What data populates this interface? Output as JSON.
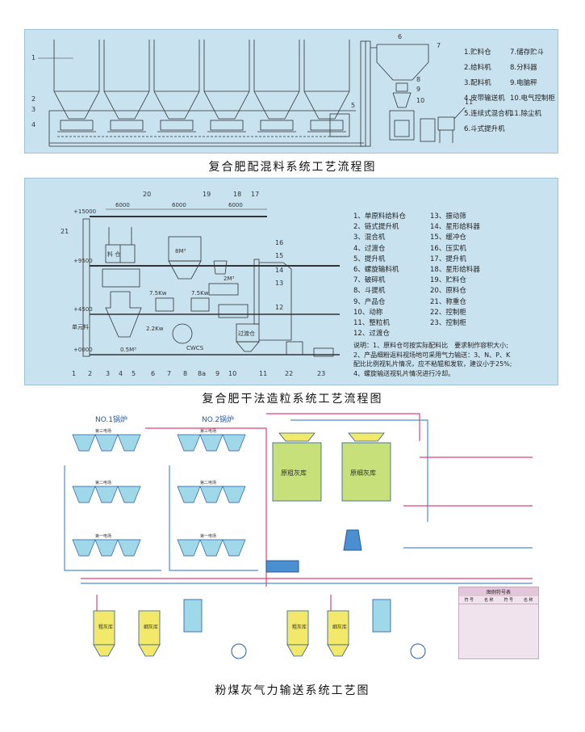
{
  "diagram1": {
    "caption": "复合肥配混料系统工艺流程图",
    "callouts": [
      "1",
      "2",
      "3",
      "4",
      "5",
      "6",
      "7",
      "8",
      "9",
      "10",
      "11"
    ],
    "legend": [
      [
        "1.贮料仓",
        "7.储存贮斗"
      ],
      [
        "2.给料机",
        "8.分料器"
      ],
      [
        "3.配料机",
        "9.电脑秤"
      ],
      [
        "4.皮带输送机",
        "10.电气控制柜"
      ],
      [
        "5.连续式混合机",
        "11.除尘机"
      ],
      [
        "6.斗式提升机",
        ""
      ]
    ]
  },
  "diagram2": {
    "caption": "复合肥干法造粒系统工艺流程图",
    "levels": [
      "+15000",
      "+9500",
      "+4500",
      "+0000"
    ],
    "dims": [
      "6000",
      "6000",
      "6000"
    ],
    "inner_labels": [
      "料 仓",
      "8M³",
      "2M³",
      "7.5Kw",
      "7.5Kw",
      "2.2Kw",
      "0.5M³",
      "CWCS",
      "过渡仓",
      "单元料"
    ],
    "top_callouts": [
      "20",
      "19",
      "18",
      "17"
    ],
    "side_callouts": [
      "21",
      "16",
      "15",
      "14",
      "13",
      "12"
    ],
    "bottom_callouts": [
      "1",
      "2",
      "3",
      "4",
      "5",
      "6",
      "7",
      "8",
      "8a",
      "9",
      "10",
      "11",
      "22",
      "23"
    ],
    "legend": [
      [
        "1、单原料给料仓",
        "13、振动筛"
      ],
      [
        "2、链式提升机",
        "14、星形给料器"
      ],
      [
        "3、混合机",
        "15、缓冲仓"
      ],
      [
        "4、过渡仓",
        "16、压实机"
      ],
      [
        "5、提升机",
        "17、提升机"
      ],
      [
        "6、螺旋输料机",
        "18、星形给料器"
      ],
      [
        "7、破碎机",
        "19、贮料仓"
      ],
      [
        "8、斗提机",
        "20、原料仓"
      ],
      [
        "9、产品仓",
        "21、称重仓"
      ],
      [
        "10、动称",
        "22、控制柜"
      ],
      [
        "11、整粒机",
        "23、控制柜"
      ],
      [
        "12、过渡仓",
        ""
      ]
    ],
    "notes": [
      "说明：1、原料仓可按实际配料比　要求制作容积大小;",
      "2、产品细粉返料视场地可采用气力输送：3、N、P、K",
      "配比比例视轧片情况，应不粘辊和发软，建议小于25%;",
      "4、螺旋输送视轧片情况进行冷却。"
    ]
  },
  "diagram3": {
    "caption": "粉煤灰气力输送系统工艺图",
    "boilers": [
      "NO.1锅炉",
      "NO.2锅炉"
    ],
    "field_labels": [
      "第三电场",
      "第二电场",
      "第一电场"
    ],
    "silos_main": [
      "原粗灰库",
      "原细灰库"
    ],
    "silos_small": [
      "粗灰库",
      "细灰库",
      "粗灰库",
      "细灰库"
    ],
    "legend_title": "图例符号表",
    "legend_header": [
      "符 号",
      "名 称",
      "符 号",
      "名 称"
    ]
  },
  "colors": {
    "panel_bg": "#c9e2ef",
    "line_dark": "#333333",
    "pipe_red": "#e0407a",
    "pipe_blue": "#4a8fd0",
    "silo_green": "#c7e07a",
    "hopper_cyan": "#9fd8e8",
    "silo_yellow": "#f2e86a"
  }
}
